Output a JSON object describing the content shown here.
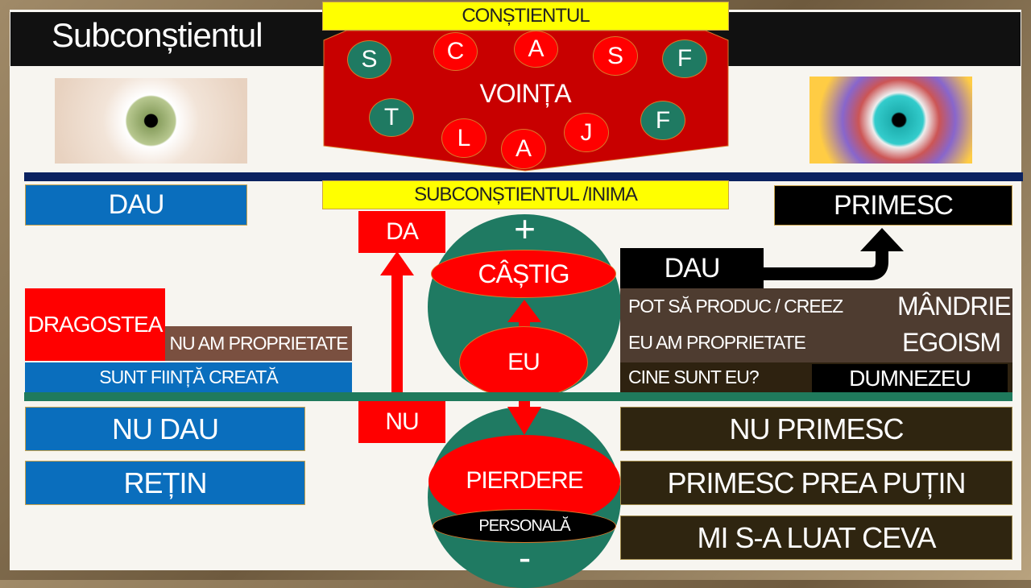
{
  "title": "Subconștientul",
  "top": {
    "constient": "CONȘTIENTUL",
    "vointa": "VOINȚA",
    "letters": [
      "S",
      "C",
      "A",
      "S",
      "F",
      "T",
      "L",
      "A",
      "J",
      "F"
    ],
    "subconstient": "SUBCONȘTIENTUL /INIMA"
  },
  "left": {
    "dau": "DAU",
    "dragostea": "DRAGOSTEA",
    "nu_am": "NU AM PROPRIETATE",
    "sunt": "SUNT FIINȚĂ CREATĂ",
    "nu_dau": "NU DAU",
    "retin": "REȚIN"
  },
  "center": {
    "da": "DA",
    "nu": "NU",
    "plus": "+",
    "minus": "-",
    "castig": "CÂȘTIG",
    "eu": "EU",
    "pierdere": "PIERDERE",
    "personala": "PERSONALĂ"
  },
  "right": {
    "primesc": "PRIMESC",
    "dau": "DAU",
    "pot": "POT SĂ PRODUC / CREEZ",
    "mandrie": "MÂNDRIE",
    "eu_am": "EU AM PROPRIETATE",
    "egoism": "EGOISM",
    "cine": "CINE SUNT EU?",
    "dumnezeu": "DUMNEZEU",
    "nu_primesc": "NU PRIMESC",
    "prea_putin": "PRIMESC PREA PUȚIN",
    "luat": "MI S-A LUAT CEVA"
  }
}
